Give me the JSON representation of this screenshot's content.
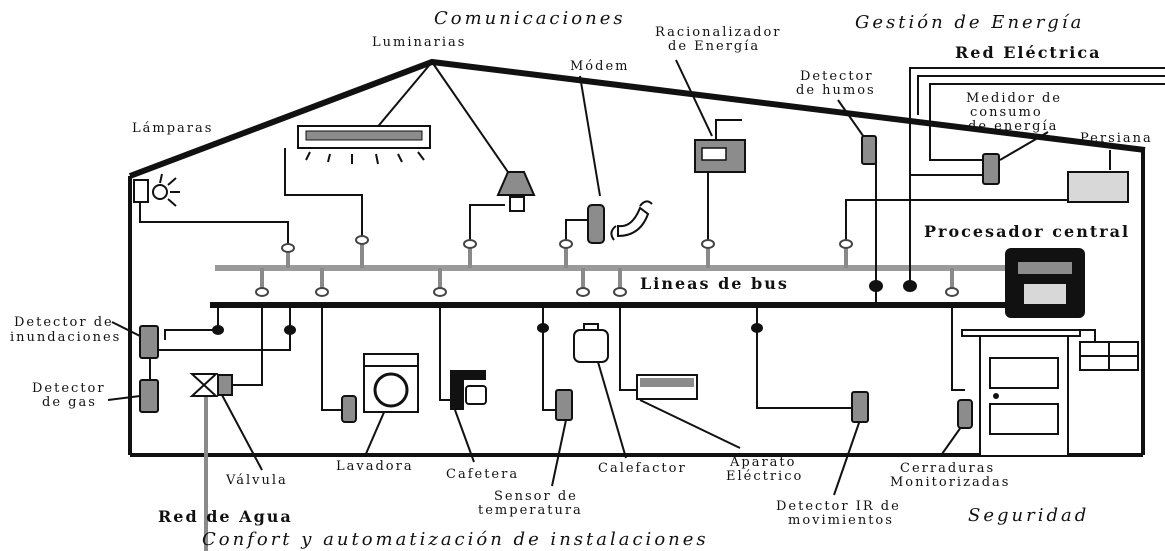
{
  "sections": {
    "comunicaciones": "Comunicaciones",
    "gestion_energia": "Gestión de Energía",
    "seguridad": "Seguridad",
    "confort": "Confort y automatización de instalaciones"
  },
  "bus": {
    "label": "Lineas de bus",
    "processor": "Procesador central"
  },
  "external": {
    "red_electrica": "Red Eléctrica",
    "red_agua": "Red de Agua"
  },
  "labels": {
    "luminarias": "Luminarias",
    "lamparas": "Lámparas",
    "modem": "Módem",
    "racionalizador_1": "Racionalizador",
    "racionalizador_2": "de Energía",
    "humos_1": "Detector",
    "humos_2": "de humos",
    "medidor_1": "Medidor de",
    "medidor_2": "consumo",
    "medidor_3": "de energía",
    "persiana": "Persiana",
    "inundaciones_1": "Detector de",
    "inundaciones_2": "inundaciones",
    "gas_1": "Detector",
    "gas_2": "de gas",
    "valvula": "Válvula",
    "lavadora": "Lavadora",
    "cafetera": "Cafetera",
    "sensor_1": "Sensor de",
    "sensor_2": "temperatura",
    "calefactor": "Calefactor",
    "aparato_1": "Aparato",
    "aparato_2": "Eléctrico",
    "ir_1": "Detector IR de",
    "ir_2": "movimientos",
    "cerraduras_1": "Cerraduras",
    "cerraduras_2": "Monitorizadas"
  }
}
